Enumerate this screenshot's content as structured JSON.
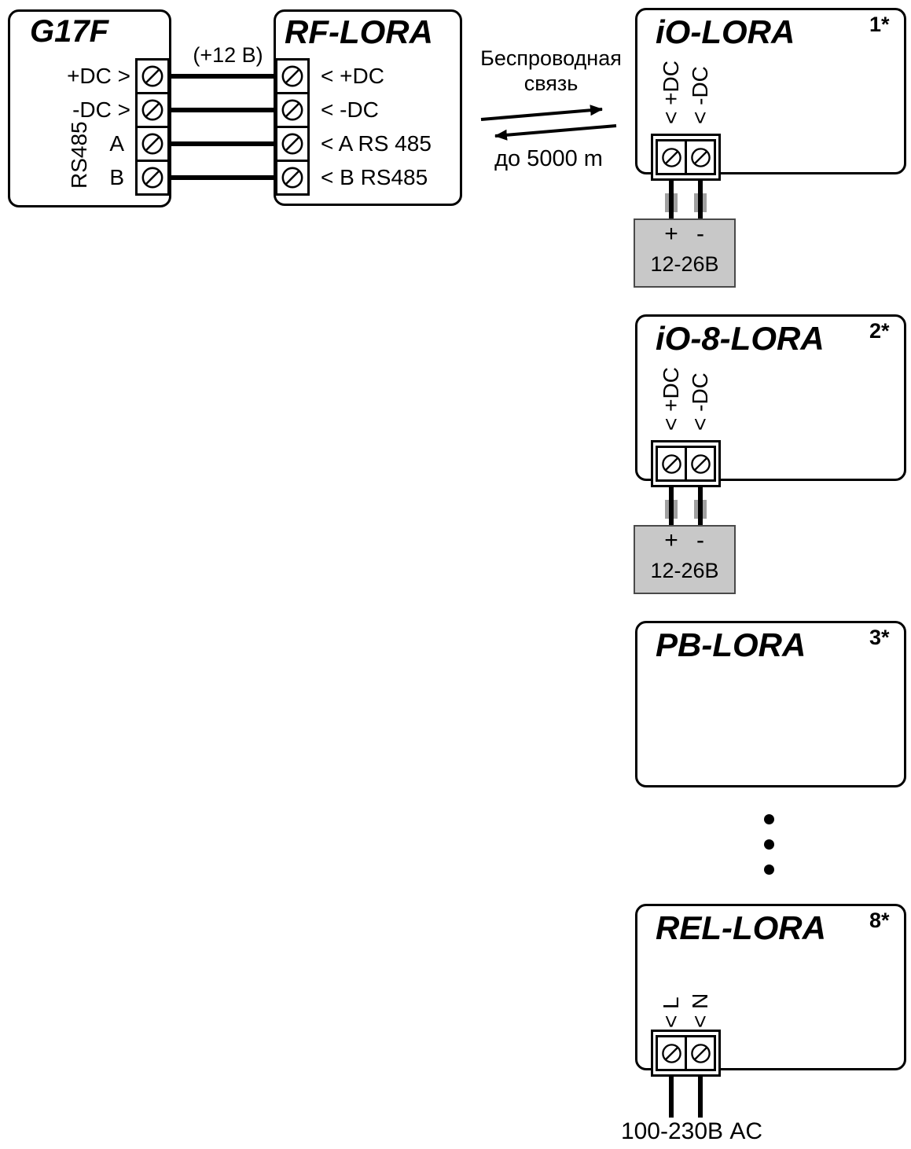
{
  "g17f": {
    "title": "G17F",
    "rs485": "RS485",
    "rows": [
      "+DC >",
      "-DC >",
      "A",
      "B"
    ]
  },
  "rf_lora": {
    "title": "RF-LORA",
    "rows": [
      "< +DC",
      "< -DC",
      "< A RS 485",
      "< B RS485"
    ]
  },
  "power_wire_label": "(+12 В)",
  "wireless": {
    "line1": "Беспроводная",
    "line2": "связь",
    "distance": "до 5000 m"
  },
  "devices": [
    {
      "title": "iO-LORA",
      "index": "1*",
      "t1": "< +DC",
      "t2": "< -DC",
      "plus": "+",
      "minus": "-",
      "voltage": "12-26В"
    },
    {
      "title": "iO-8-LORA",
      "index": "2*",
      "t1": "< +DC",
      "t2": "< -DC",
      "plus": "+",
      "minus": "-",
      "voltage": "12-26В"
    },
    {
      "title": "PB-LORA",
      "index": "3*"
    },
    {
      "title": "REL-LORA",
      "index": "8*",
      "t1": "< L",
      "t2": "< N",
      "voltage": "100-230В AC"
    }
  ],
  "colors": {
    "wire": "#000000",
    "power_box": "#c8c8c8",
    "connector": "#a0a0a0"
  }
}
